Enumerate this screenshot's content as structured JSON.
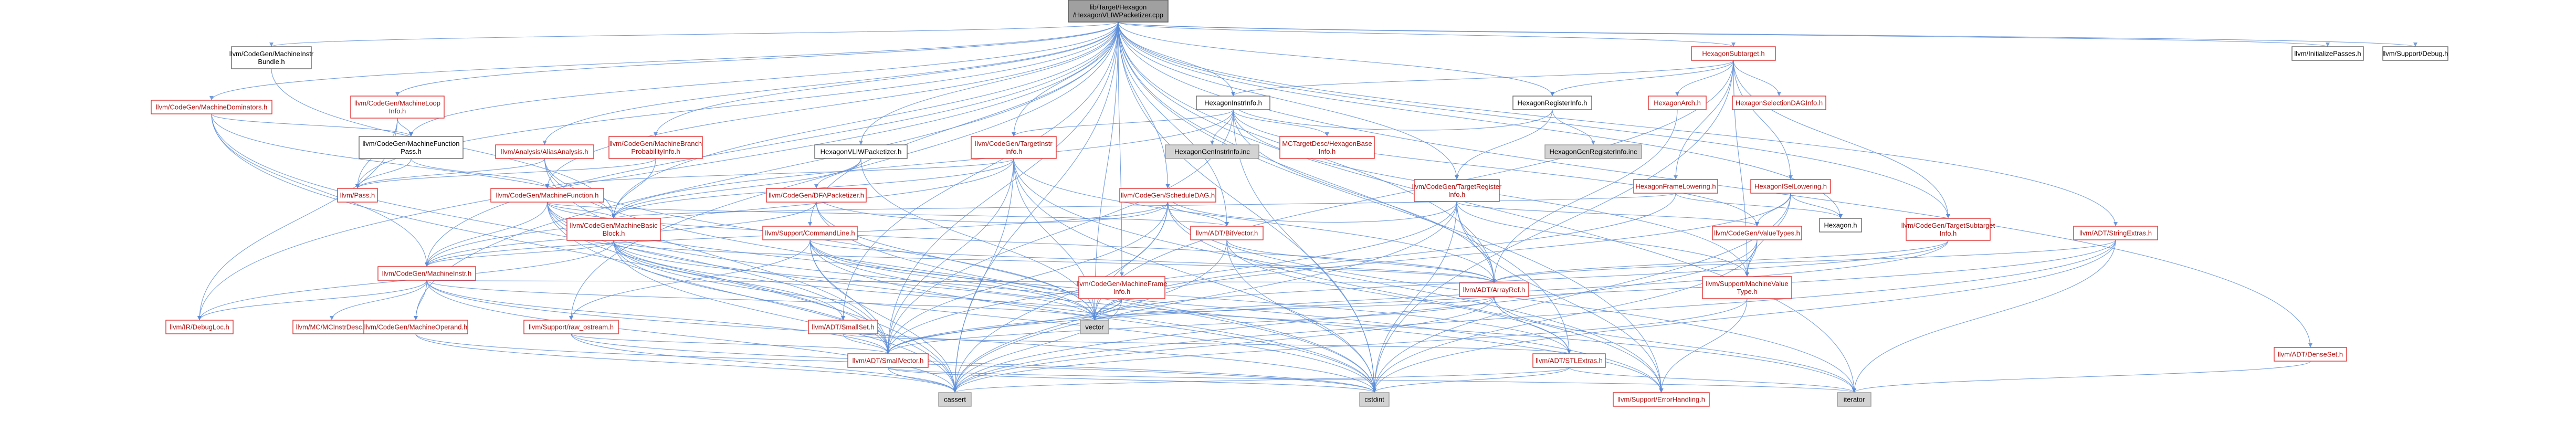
{
  "graph": {
    "edge_color": "#5c8cd6",
    "nodes": [
      {
        "id": "root",
        "kind": "root",
        "lines": [
          "lib/Target/Hexagon",
          "/HexagonVLIWPacketizer.cpp"
        ]
      },
      {
        "id": "mib",
        "kind": "white",
        "lines": [
          "llvm/CodeGen/MachineInstr",
          "Bundle.h"
        ]
      },
      {
        "id": "mdom",
        "kind": "red",
        "lines": [
          "llvm/CodeGen/MachineDominators.h"
        ]
      },
      {
        "id": "mloop",
        "kind": "red",
        "lines": [
          "llvm/CodeGen/MachineLoop",
          "Info.h"
        ]
      },
      {
        "id": "mfp",
        "kind": "white",
        "lines": [
          "llvm/CodeGen/MachineFunction",
          "Pass.h"
        ]
      },
      {
        "id": "aa",
        "kind": "red",
        "lines": [
          "llvm/Analysis/AliasAnalysis.h"
        ]
      },
      {
        "id": "mbpi",
        "kind": "red",
        "lines": [
          "llvm/CodeGen/MachineBranch",
          "ProbabilityInfo.h"
        ]
      },
      {
        "id": "pass",
        "kind": "red",
        "lines": [
          "llvm/Pass.h"
        ]
      },
      {
        "id": "hvliw",
        "kind": "white",
        "lines": [
          "HexagonVLIWPacketizer.h"
        ]
      },
      {
        "id": "hii",
        "kind": "white",
        "lines": [
          "HexagonInstrInfo.h"
        ]
      },
      {
        "id": "hgii",
        "kind": "gray",
        "lines": [
          "HexagonGenInstrInfo.inc"
        ]
      },
      {
        "id": "tii",
        "kind": "red",
        "lines": [
          "llvm/CodeGen/TargetInstr",
          "Info.h"
        ]
      },
      {
        "id": "mctd",
        "kind": "red",
        "lines": [
          "MCTargetDesc/HexagonBase",
          "Info.h"
        ]
      },
      {
        "id": "dfa",
        "kind": "red",
        "lines": [
          "llvm/CodeGen/DFAPacketizer.h"
        ]
      },
      {
        "id": "mf",
        "kind": "red",
        "lines": [
          "llvm/CodeGen/MachineFunction.h"
        ]
      },
      {
        "id": "sdag",
        "kind": "red",
        "lines": [
          "llvm/CodeGen/ScheduleDAG.h"
        ]
      },
      {
        "id": "cl",
        "kind": "red",
        "lines": [
          "llvm/Support/CommandLine.h"
        ]
      },
      {
        "id": "mbb",
        "kind": "red",
        "lines": [
          "llvm/CodeGen/MachineBasic",
          "Block.h"
        ]
      },
      {
        "id": "mi",
        "kind": "red",
        "lines": [
          "llvm/CodeGen/MachineInstr.h"
        ]
      },
      {
        "id": "dl",
        "kind": "red",
        "lines": [
          "llvm/IR/DebugLoc.h"
        ]
      },
      {
        "id": "mcid",
        "kind": "red",
        "lines": [
          "llvm/MC/MCInstrDesc.h"
        ]
      },
      {
        "id": "mo",
        "kind": "red",
        "lines": [
          "llvm/CodeGen/MachineOperand.h"
        ]
      },
      {
        "id": "ros",
        "kind": "red",
        "lines": [
          "llvm/Support/raw_ostream.h"
        ]
      },
      {
        "id": "ss",
        "kind": "red",
        "lines": [
          "llvm/ADT/SmallSet.h"
        ]
      },
      {
        "id": "sv",
        "kind": "red",
        "lines": [
          "llvm/ADT/SmallVector.h"
        ]
      },
      {
        "id": "cassert",
        "kind": "gray",
        "lines": [
          "cassert"
        ]
      },
      {
        "id": "cstdint",
        "kind": "gray",
        "lines": [
          "cstdint"
        ]
      },
      {
        "id": "vector",
        "kind": "gray",
        "lines": [
          "vector"
        ]
      },
      {
        "id": "bv",
        "kind": "red",
        "lines": [
          "llvm/ADT/BitVector.h"
        ]
      },
      {
        "id": "ar",
        "kind": "red",
        "lines": [
          "llvm/ADT/ArrayRef.h"
        ]
      },
      {
        "id": "stl",
        "kind": "red",
        "lines": [
          "llvm/ADT/STLExtras.h"
        ]
      },
      {
        "id": "eh",
        "kind": "red",
        "lines": [
          "llvm/Support/ErrorHandling.h"
        ]
      },
      {
        "id": "iterator",
        "kind": "gray",
        "lines": [
          "iterator"
        ]
      },
      {
        "id": "mfi",
        "kind": "red",
        "lines": [
          "llvm/CodeGen/MachineFrame",
          "Info.h"
        ]
      },
      {
        "id": "tri",
        "kind": "red",
        "lines": [
          "llvm/CodeGen/TargetRegister",
          "Info.h"
        ]
      },
      {
        "id": "hri",
        "kind": "white",
        "lines": [
          "HexagonRegisterInfo.h"
        ]
      },
      {
        "id": "hgri",
        "kind": "gray",
        "lines": [
          "HexagonGenRegisterInfo.inc"
        ]
      },
      {
        "id": "hfl",
        "kind": "red",
        "lines": [
          "HexagonFrameLowering.h"
        ]
      },
      {
        "id": "hst",
        "kind": "red",
        "lines": [
          "HexagonSubtarget.h"
        ]
      },
      {
        "id": "harch",
        "kind": "red",
        "lines": [
          "HexagonArch.h"
        ]
      },
      {
        "id": "hsel",
        "kind": "red",
        "lines": [
          "HexagonSelectionDAGInfo.h"
        ]
      },
      {
        "id": "hisel",
        "kind": "red",
        "lines": [
          "HexagonISelLowering.h"
        ]
      },
      {
        "id": "hexh",
        "kind": "white",
        "lines": [
          "Hexagon.h"
        ]
      },
      {
        "id": "vt",
        "kind": "red",
        "lines": [
          "llvm/CodeGen/ValueTypes.h"
        ]
      },
      {
        "id": "mvt",
        "kind": "red",
        "lines": [
          "llvm/Support/MachineValue",
          "Type.h"
        ]
      },
      {
        "id": "tsi",
        "kind": "red",
        "lines": [
          "llvm/CodeGen/TargetSubtarget",
          "Info.h"
        ]
      },
      {
        "id": "strx",
        "kind": "red",
        "lines": [
          "llvm/ADT/StringExtras.h"
        ]
      },
      {
        "id": "ds",
        "kind": "red",
        "lines": [
          "llvm/ADT/DenseSet.h"
        ]
      },
      {
        "id": "initp",
        "kind": "white",
        "lines": [
          "llvm/InitializePasses.h"
        ]
      },
      {
        "id": "dbg",
        "kind": "white",
        "lines": [
          "llvm/Support/Debug.h"
        ]
      }
    ],
    "edges": [
      [
        "root",
        "mib"
      ],
      [
        "root",
        "mdom"
      ],
      [
        "root",
        "mloop"
      ],
      [
        "root",
        "mfp"
      ],
      [
        "root",
        "aa"
      ],
      [
        "root",
        "mbpi"
      ],
      [
        "root",
        "pass"
      ],
      [
        "root",
        "hvliw"
      ],
      [
        "root",
        "hii"
      ],
      [
        "root",
        "tii"
      ],
      [
        "root",
        "sdag"
      ],
      [
        "root",
        "cl"
      ],
      [
        "root",
        "mbb"
      ],
      [
        "root",
        "mi"
      ],
      [
        "root",
        "mo"
      ],
      [
        "root",
        "dl"
      ],
      [
        "root",
        "ss"
      ],
      [
        "root",
        "sv"
      ],
      [
        "root",
        "vector"
      ],
      [
        "root",
        "cassert"
      ],
      [
        "root",
        "cstdint"
      ],
      [
        "root",
        "bv"
      ],
      [
        "root",
        "ar"
      ],
      [
        "root",
        "stl"
      ],
      [
        "root",
        "eh"
      ],
      [
        "root",
        "iterator"
      ],
      [
        "root",
        "mfi"
      ],
      [
        "root",
        "tri"
      ],
      [
        "root",
        "hri"
      ],
      [
        "root",
        "hst"
      ],
      [
        "root",
        "hexh"
      ],
      [
        "root",
        "tsi"
      ],
      [
        "root",
        "strx"
      ],
      [
        "root",
        "ds"
      ],
      [
        "root",
        "initp"
      ],
      [
        "root",
        "dbg"
      ],
      [
        "root",
        "mf"
      ],
      [
        "root",
        "ros"
      ],
      [
        "mib",
        "mbb"
      ],
      [
        "mdom",
        "mfp"
      ],
      [
        "mdom",
        "mbb"
      ],
      [
        "mdom",
        "mi"
      ],
      [
        "mdom",
        "sv"
      ],
      [
        "mdom",
        "cassert"
      ],
      [
        "mloop",
        "mfp"
      ],
      [
        "mloop",
        "pass"
      ],
      [
        "mloop",
        "dl"
      ],
      [
        "mfp",
        "pass"
      ],
      [
        "mfp",
        "mf"
      ],
      [
        "aa",
        "pass"
      ],
      [
        "aa",
        "sv"
      ],
      [
        "aa",
        "cstdint"
      ],
      [
        "aa",
        "vector"
      ],
      [
        "mbpi",
        "mbb"
      ],
      [
        "mbpi",
        "pass"
      ],
      [
        "hvliw",
        "dfa"
      ],
      [
        "hvliw",
        "mbb"
      ],
      [
        "hvliw",
        "vector"
      ],
      [
        "hii",
        "hgii"
      ],
      [
        "hii",
        "tii"
      ],
      [
        "hii",
        "mctd"
      ],
      [
        "hii",
        "hri"
      ],
      [
        "hii",
        "mbb"
      ],
      [
        "hii",
        "ar"
      ],
      [
        "hii",
        "sv"
      ],
      [
        "hii",
        "vt"
      ],
      [
        "hii",
        "mvt"
      ],
      [
        "hii",
        "cstdint"
      ],
      [
        "tii",
        "mf"
      ],
      [
        "tii",
        "mbb"
      ],
      [
        "tii",
        "mi"
      ],
      [
        "tii",
        "ar"
      ],
      [
        "tii",
        "vector"
      ],
      [
        "tii",
        "sv"
      ],
      [
        "tii",
        "cassert"
      ],
      [
        "tii",
        "cstdint"
      ],
      [
        "tii",
        "eh"
      ],
      [
        "dfa",
        "mi"
      ],
      [
        "dfa",
        "sdag"
      ],
      [
        "dfa",
        "cstdint"
      ],
      [
        "dfa",
        "vector"
      ],
      [
        "mf",
        "mbb"
      ],
      [
        "mf",
        "mi"
      ],
      [
        "mf",
        "bv"
      ],
      [
        "mf",
        "ar"
      ],
      [
        "mf",
        "sv"
      ],
      [
        "mf",
        "eh"
      ],
      [
        "mf",
        "cassert"
      ],
      [
        "mf",
        "cstdint"
      ],
      [
        "mf",
        "vector"
      ],
      [
        "sdag",
        "bv"
      ],
      [
        "sdag",
        "mi"
      ],
      [
        "sdag",
        "tri"
      ],
      [
        "sdag",
        "sv"
      ],
      [
        "sdag",
        "eh"
      ],
      [
        "sdag",
        "iterator"
      ],
      [
        "sdag",
        "cassert"
      ],
      [
        "sdag",
        "vector"
      ],
      [
        "cl",
        "ros"
      ],
      [
        "cl",
        "sv"
      ],
      [
        "cl",
        "ar"
      ],
      [
        "cl",
        "stl"
      ],
      [
        "cl",
        "eh"
      ],
      [
        "cl",
        "cassert"
      ],
      [
        "cl",
        "cstdint"
      ],
      [
        "cl",
        "vector"
      ],
      [
        "mbb",
        "mi"
      ],
      [
        "mbb",
        "dl"
      ],
      [
        "mbb",
        "ss"
      ],
      [
        "mbb",
        "sv"
      ],
      [
        "mbb",
        "cassert"
      ],
      [
        "mbb",
        "cstdint"
      ],
      [
        "mbb",
        "iterator"
      ],
      [
        "mbb",
        "vector"
      ],
      [
        "mbb",
        "ar"
      ],
      [
        "mi",
        "dl"
      ],
      [
        "mi",
        "mcid"
      ],
      [
        "mi",
        "mo"
      ],
      [
        "mi",
        "ar"
      ],
      [
        "mi",
        "sv"
      ],
      [
        "mi",
        "cassert"
      ],
      [
        "mi",
        "cstdint"
      ],
      [
        "mi",
        "vector"
      ],
      [
        "mo",
        "cassert"
      ],
      [
        "mo",
        "cstdint"
      ],
      [
        "ros",
        "sv"
      ],
      [
        "ros",
        "cassert"
      ],
      [
        "ros",
        "cstdint"
      ],
      [
        "ss",
        "sv"
      ],
      [
        "ss",
        "stl"
      ],
      [
        "sv",
        "cassert"
      ],
      [
        "sv",
        "cstdint"
      ],
      [
        "sv",
        "iterator"
      ],
      [
        "bv",
        "ar"
      ],
      [
        "bv",
        "stl"
      ],
      [
        "bv",
        "cassert"
      ],
      [
        "bv",
        "cstdint"
      ],
      [
        "ar",
        "sv"
      ],
      [
        "ar",
        "stl"
      ],
      [
        "ar",
        "cassert"
      ],
      [
        "ar",
        "iterator"
      ],
      [
        "ar",
        "vector"
      ],
      [
        "stl",
        "cassert"
      ],
      [
        "stl",
        "cstdint"
      ],
      [
        "stl",
        "iterator"
      ],
      [
        "mfi",
        "sv"
      ],
      [
        "mfi",
        "cassert"
      ],
      [
        "mfi",
        "vector"
      ],
      [
        "tri",
        "ar"
      ],
      [
        "tri",
        "sv"
      ],
      [
        "tri",
        "mvt"
      ],
      [
        "tri",
        "vt"
      ],
      [
        "tri",
        "eh"
      ],
      [
        "tri",
        "cassert"
      ],
      [
        "tri",
        "cstdint"
      ],
      [
        "hri",
        "hgri"
      ],
      [
        "hri",
        "tri"
      ],
      [
        "hfl",
        "hexh"
      ],
      [
        "hfl",
        "mbb"
      ],
      [
        "hfl",
        "vector"
      ],
      [
        "hst",
        "harch"
      ],
      [
        "hst",
        "hsel"
      ],
      [
        "hst",
        "hisel"
      ],
      [
        "hst",
        "hfl"
      ],
      [
        "hst",
        "hii"
      ],
      [
        "hst",
        "hri"
      ],
      [
        "hst",
        "tsi"
      ],
      [
        "hst",
        "vector"
      ],
      [
        "hst",
        "cstdint"
      ],
      [
        "hst",
        "mvt"
      ],
      [
        "harch",
        "ar"
      ],
      [
        "hisel",
        "hexh"
      ],
      [
        "hisel",
        "vt"
      ],
      [
        "hisel",
        "mvt"
      ],
      [
        "hisel",
        "cstdint"
      ],
      [
        "hisel",
        "vector"
      ],
      [
        "vt",
        "mvt"
      ],
      [
        "vt",
        "cassert"
      ],
      [
        "vt",
        "cstdint"
      ],
      [
        "mvt",
        "eh"
      ],
      [
        "mvt",
        "cassert"
      ],
      [
        "tsi",
        "ar"
      ],
      [
        "tsi",
        "sv"
      ],
      [
        "tsi",
        "vector"
      ],
      [
        "strx",
        "ar"
      ],
      [
        "strx",
        "sv"
      ],
      [
        "strx",
        "iterator"
      ],
      [
        "strx",
        "cassert"
      ],
      [
        "strx",
        "cstdint"
      ],
      [
        "ds",
        "iterator"
      ]
    ]
  }
}
